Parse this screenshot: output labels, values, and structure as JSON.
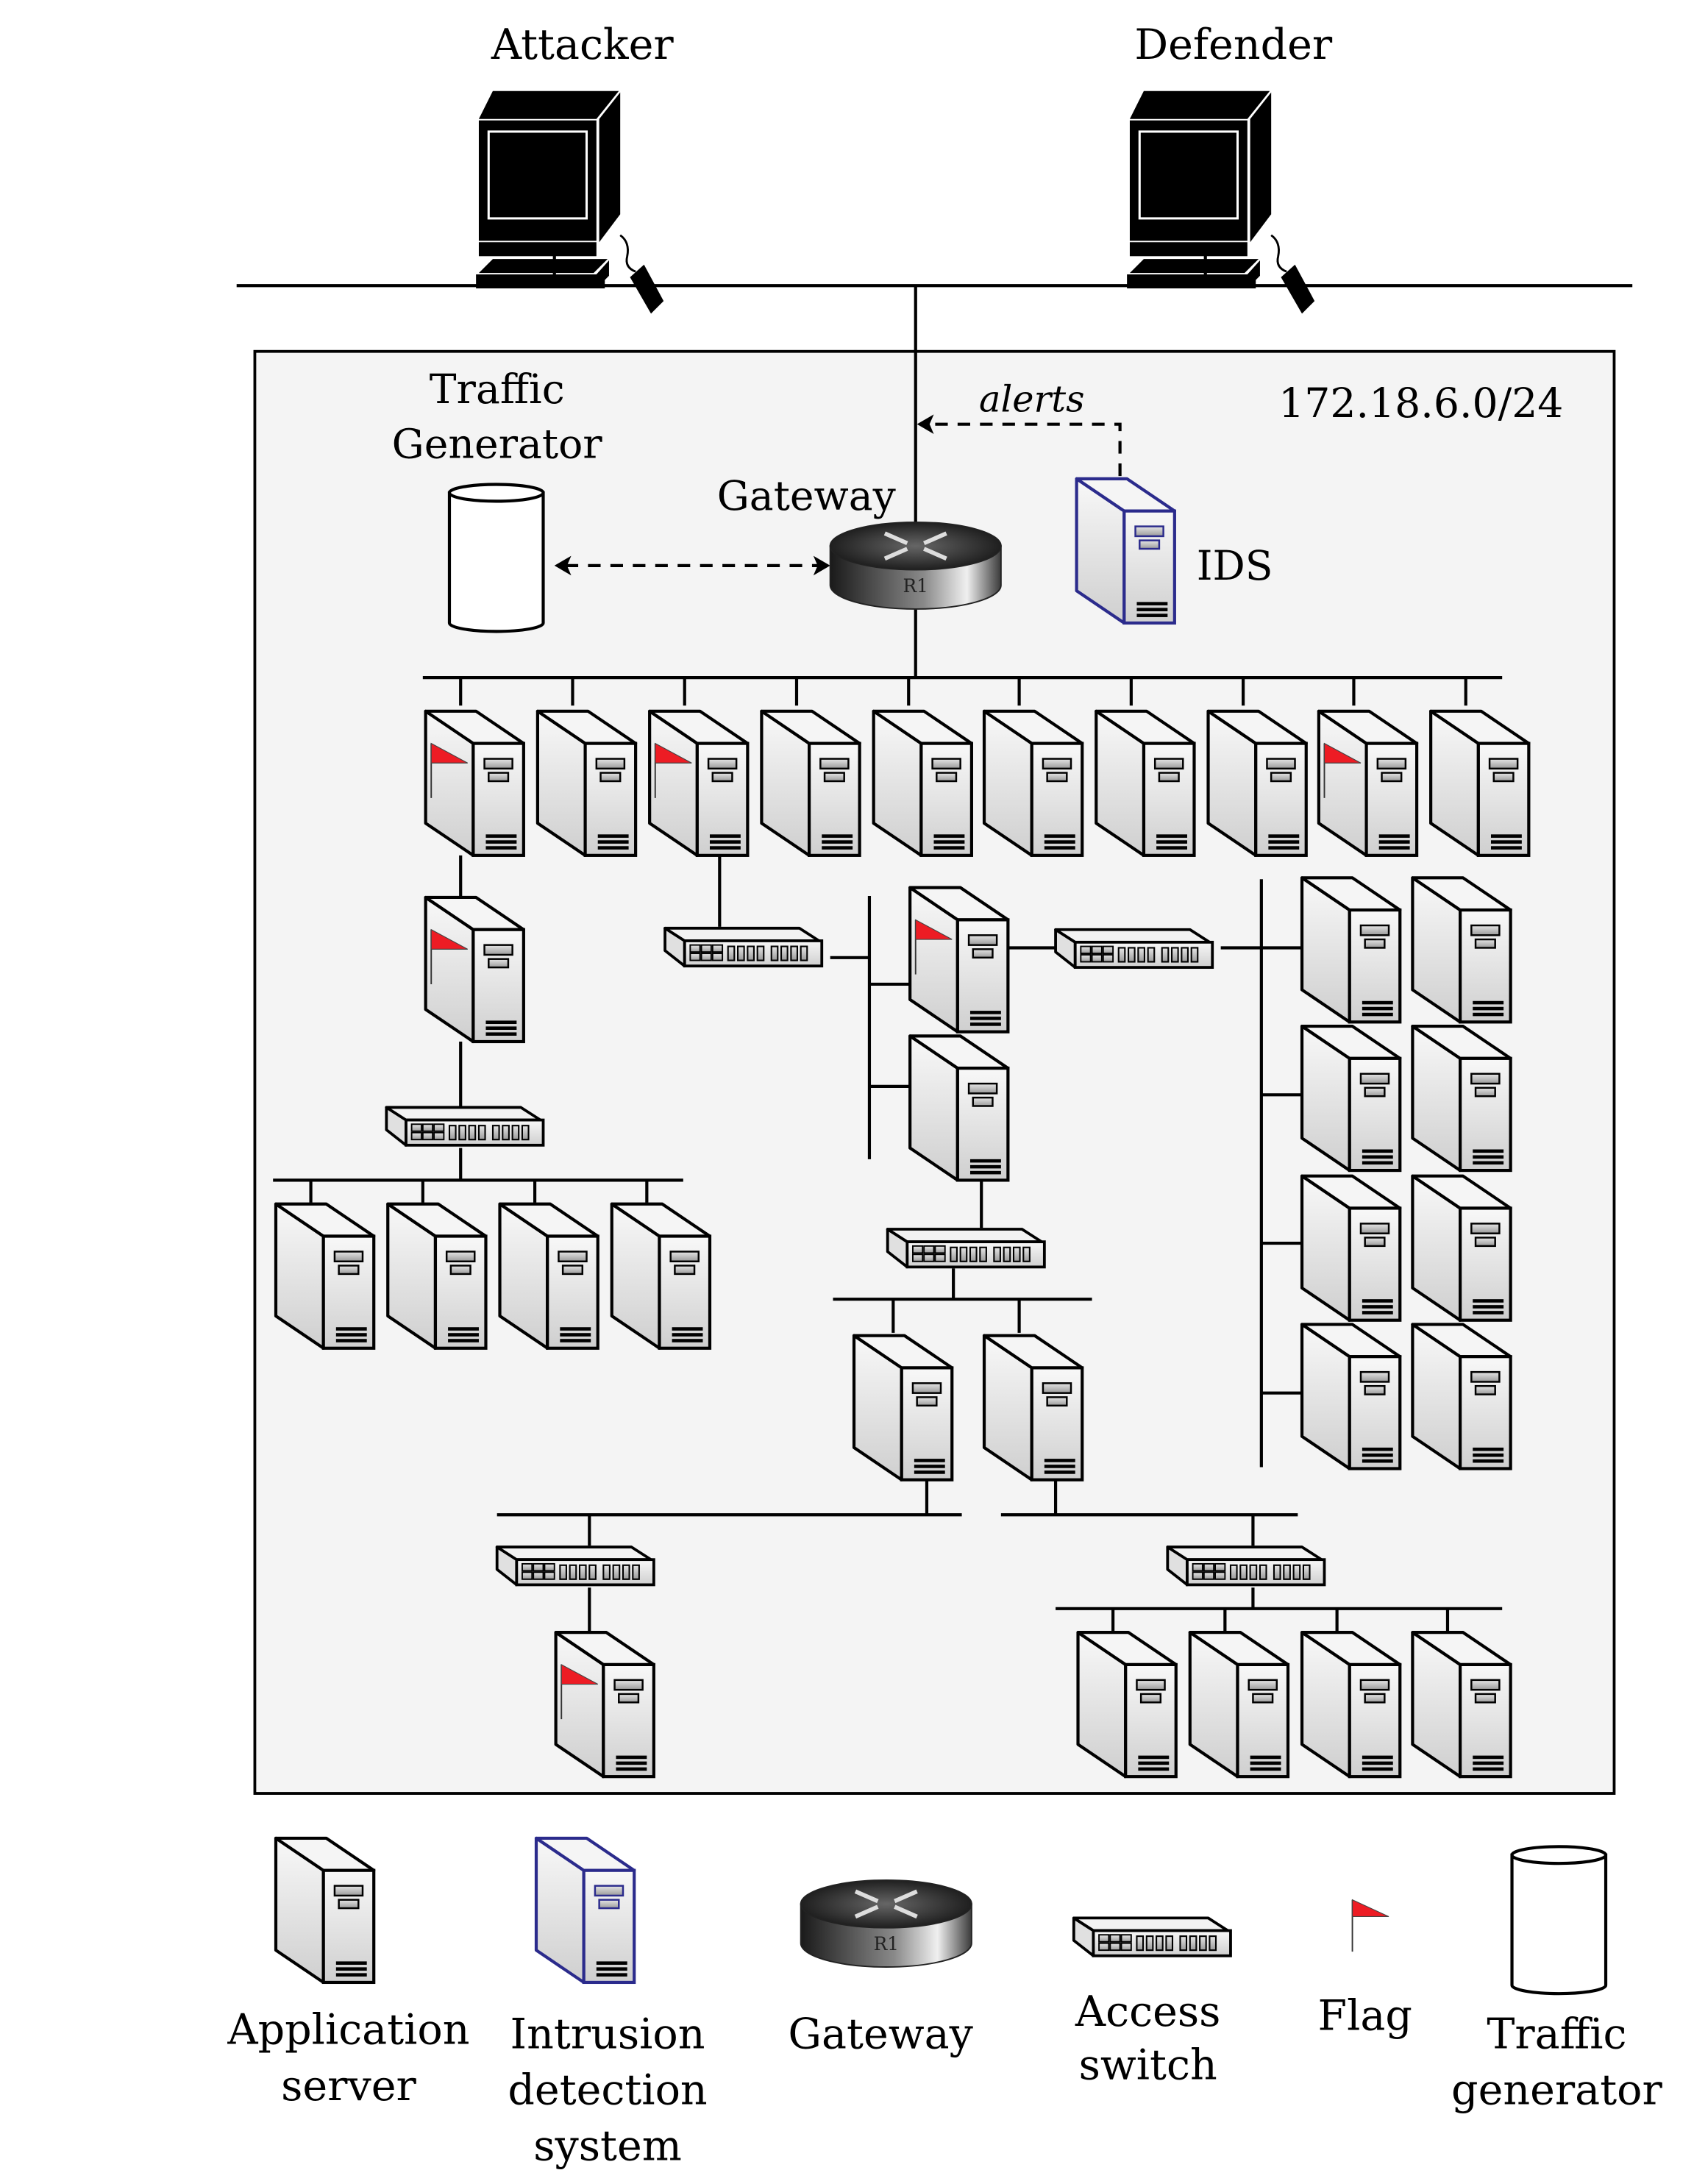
{
  "top": {
    "attacker_label": "Attacker",
    "defender_label": "Defender"
  },
  "network": {
    "subnet_label": "172.18.6.0/24",
    "background_color": "#f4f4f4",
    "traffic_generator_label_line1": "Traffic",
    "traffic_generator_label_line2": "Generator",
    "gateway_label": "Gateway",
    "gateway_router_id": "R1",
    "ids_label": "IDS",
    "alerts_label": "alerts"
  },
  "colors": {
    "flag": "#ed1c24",
    "ids_outline": "#2b2b8c",
    "server_outline": "#000000"
  },
  "topology": {
    "top_row_servers": [
      {
        "flag": true
      },
      {
        "flag": false
      },
      {
        "flag": true
      },
      {
        "flag": false
      },
      {
        "flag": false
      },
      {
        "flag": false
      },
      {
        "flag": false
      },
      {
        "flag": false
      },
      {
        "flag": true
      },
      {
        "flag": false
      }
    ],
    "left_branch": {
      "relay_server_flag": true,
      "leaf_servers": 4
    },
    "center_branch": {
      "servers": [
        {
          "flag": true
        },
        {
          "flag": false
        }
      ],
      "lower_servers": 2
    },
    "right_cluster": {
      "servers": 8
    },
    "bottom_left": {
      "leaf_server_flag": true
    },
    "bottom_right": {
      "leaf_servers": 4
    }
  },
  "legend": {
    "items": [
      {
        "icon": "application-server-icon",
        "line1": "Application",
        "line2": "server",
        "line3": ""
      },
      {
        "icon": "ids-server-icon",
        "line1": "Intrusion",
        "line2": "detection",
        "line3": "system"
      },
      {
        "icon": "gateway-router-icon",
        "line1": "Gateway",
        "line2": "",
        "line3": ""
      },
      {
        "icon": "access-switch-icon",
        "line1": "Access",
        "line2": "switch",
        "line3": ""
      },
      {
        "icon": "flag-icon",
        "line1": "Flag",
        "line2": "",
        "line3": ""
      },
      {
        "icon": "traffic-generator-icon",
        "line1": "Traffic",
        "line2": "generator",
        "line3": ""
      }
    ]
  }
}
